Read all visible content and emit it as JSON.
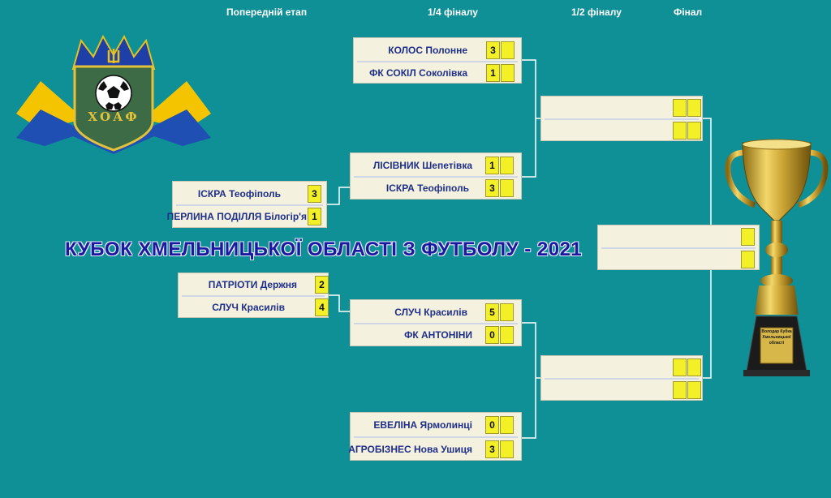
{
  "headers": {
    "prelim": "Попередній етап",
    "quarter": "1/4 фіналу",
    "semi": "1/2 фіналу",
    "final": "Фінал"
  },
  "title": "КУБОК ХМЕЛЬНИЦЬКОЇ ОБЛАСТІ З ФУТБОЛУ - 2021",
  "logo": {
    "text": "ХОАФ",
    "icon": "soccer-ball-trident-emblem"
  },
  "trophy": {
    "plaque": "Володар Кубка Хмельницької області"
  },
  "prelim": [
    {
      "team1": "ІСКРА Теофіполь",
      "score1": "3",
      "team2": "ПЕРЛИНА ПОДІЛЛЯ Білогір'я",
      "score2": "1"
    },
    {
      "team1": "ПАТРІОТИ Держня",
      "score1": "2",
      "team2": "СЛУЧ Красилів",
      "score2": "4"
    }
  ],
  "quarter": [
    {
      "team1": "КОЛОС Полонне",
      "score1": "3",
      "team2": "ФК СОКІЛ Соколівка",
      "score2": "1"
    },
    {
      "team1": "ЛІСІВНИК Шепетівка",
      "score1": "1",
      "team2": "ІСКРА Теофіполь",
      "score2": "3"
    },
    {
      "team1": "СЛУЧ Красилів",
      "score1": "5",
      "team2": "ФК АНТОНІНИ",
      "score2": "0"
    },
    {
      "team1": "ЕВЕЛІНА Ярмолинці",
      "score1": "0",
      "team2": "АГРОБІЗНЕС Нова Ушиця",
      "score2": "3"
    }
  ],
  "semi": [
    {
      "team1": "",
      "team2": ""
    },
    {
      "team1": "",
      "team2": ""
    }
  ],
  "final": {
    "team1": "",
    "team2": ""
  },
  "colors": {
    "background": "#0f8f96",
    "box": "#f4f1de",
    "score": "#f4f028",
    "team_text": "#1e2f8a",
    "title": "#1a1a9e"
  }
}
